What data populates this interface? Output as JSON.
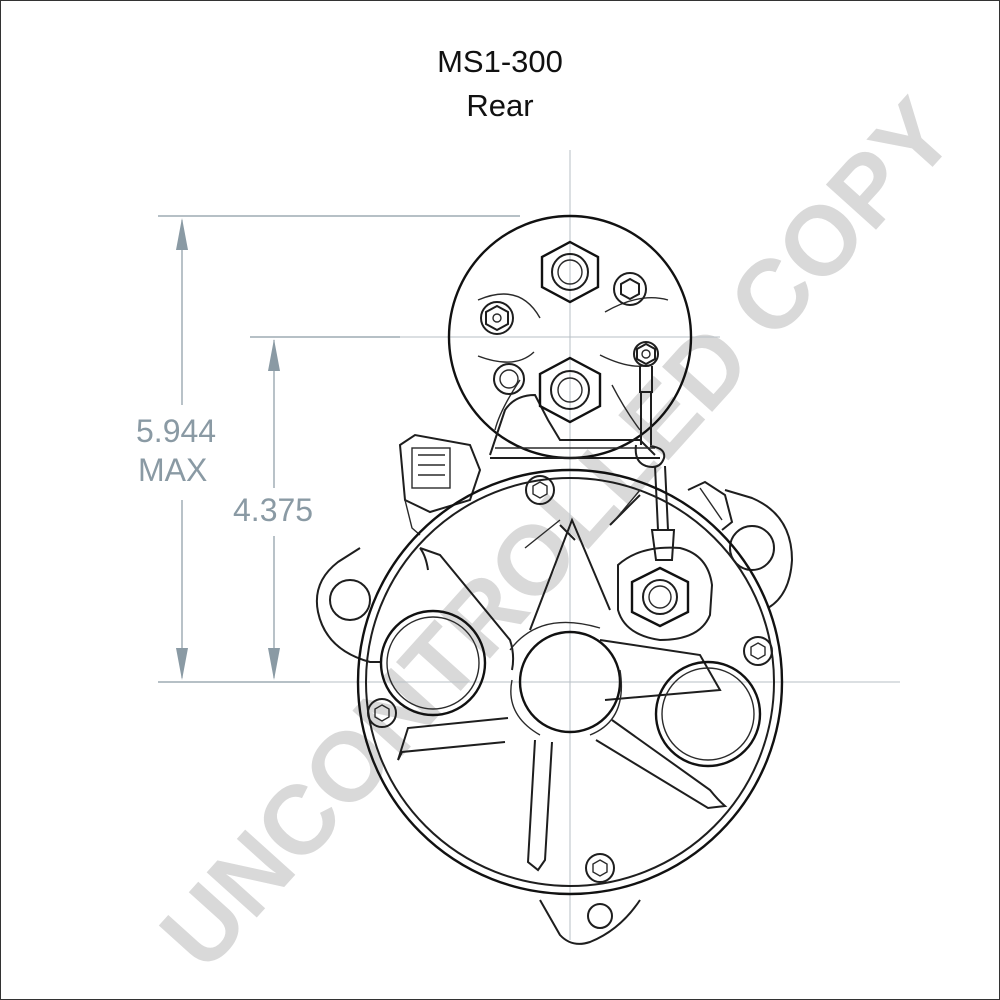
{
  "title": {
    "part_number": "MS1-300",
    "view": "Rear"
  },
  "dimensions": {
    "overall_height_value": "5.944",
    "overall_height_qualifier": "MAX",
    "mount_height_value": "4.375"
  },
  "watermark": {
    "text": "UNCONTROLLED COPY",
    "color": "#d9d9d9"
  },
  "colors": {
    "dimension": "#8a9aa4",
    "linework": "#1e1e1e",
    "centerline": "#b7bfc5"
  }
}
